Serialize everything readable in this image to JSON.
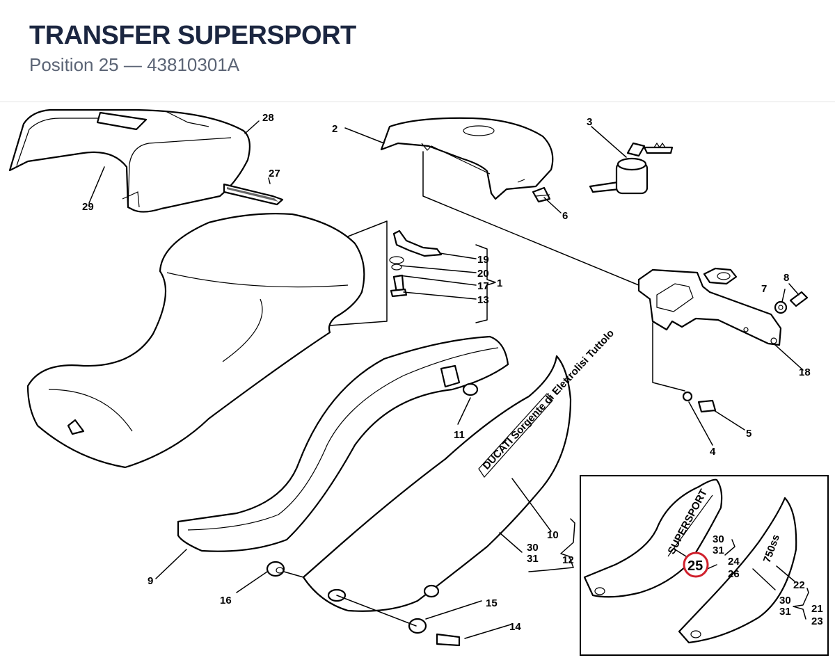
{
  "header": {
    "title": "TRANSFER SUPERSPORT",
    "subtitle": "Position 25 — 43810301A"
  },
  "highlight": {
    "label": "25",
    "color": "#d0202c"
  },
  "callouts": {
    "c1": "1",
    "c2": "2",
    "c3": "3",
    "c4": "4",
    "c5": "5",
    "c6": "6",
    "c7": "7",
    "c8": "8",
    "c9": "9",
    "c10": "10",
    "c11": "11",
    "c12": "12",
    "c13": "13",
    "c14": "14",
    "c15": "15",
    "c16": "16",
    "c17": "17",
    "c18": "18",
    "c19": "19",
    "c20": "20",
    "c21": "21",
    "c22": "22",
    "c23": "23",
    "c24": "24",
    "c26": "26",
    "c27": "27",
    "c28": "28",
    "c29": "29",
    "c30": "30",
    "c31": "31",
    "c30b": "30",
    "c31b": "31",
    "c30c": "30",
    "c31c": "31"
  },
  "decals": {
    "side_panel": "DUCATI Sorgente di Elettrolisi Tuttolo",
    "supersport": "SUPERSPORT",
    "model_750": "750ss"
  }
}
